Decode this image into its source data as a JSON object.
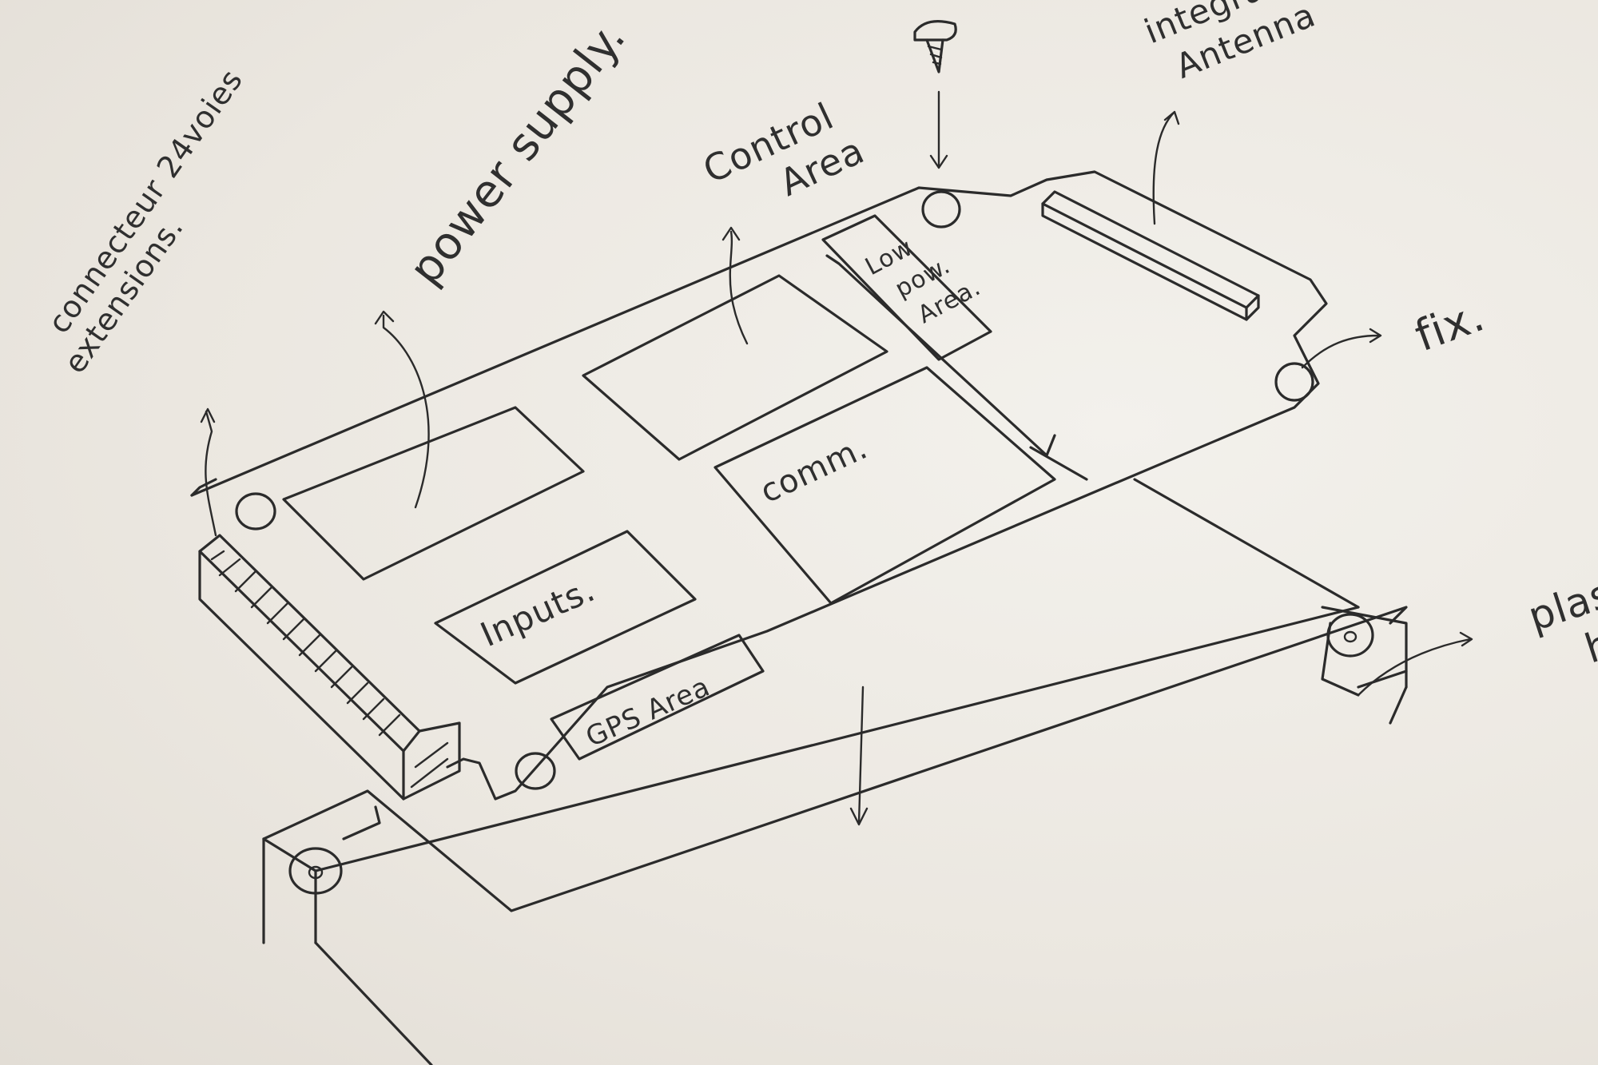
{
  "labels": {
    "connector": [
      "connecteur 24voies",
      "extensions."
    ],
    "power_supply": "power supply.",
    "control_area": [
      "Control",
      "Area"
    ],
    "integrated_antenna": [
      "integrated",
      "Antenna"
    ],
    "low_power_area": [
      "Low",
      "pow.",
      "Area."
    ],
    "fix": "fix.",
    "comm": "comm.",
    "inputs": "Inputs.",
    "gps_area": "GPS Area",
    "plastic_housing": [
      "plast",
      "h"
    ]
  },
  "colors": {
    "ink": "#2b2b2b",
    "paper": "#efece6"
  }
}
